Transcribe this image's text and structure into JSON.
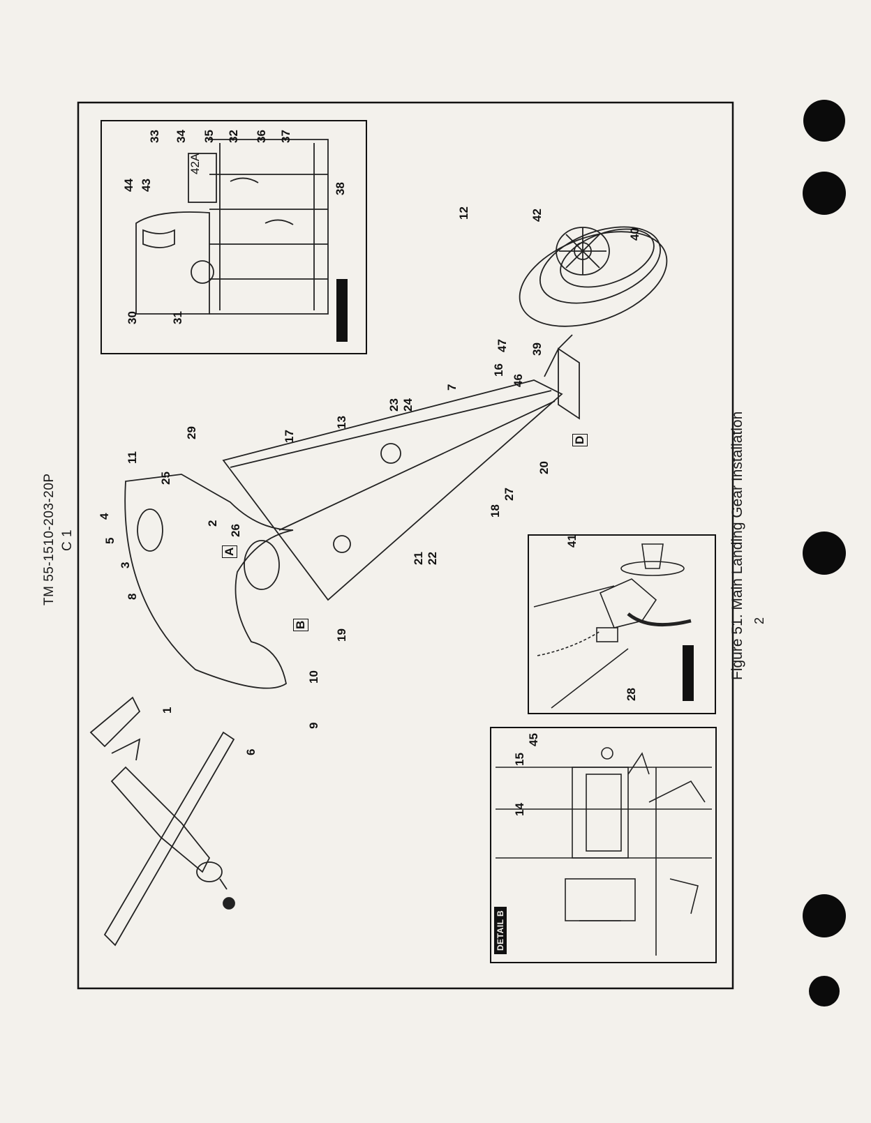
{
  "header": {
    "tm_number": "TM 55-1510-203-20P",
    "change": "C 1"
  },
  "caption": {
    "figure": "Figure 51.",
    "title": "Main Landing Gear Installation"
  },
  "page_number": "2",
  "details": {
    "detail_b": "DETAIL B"
  },
  "callouts": {
    "c1": "1",
    "c2": "2",
    "c3": "3",
    "c4": "4",
    "c5": "5",
    "c6": "6",
    "c7": "7",
    "c8": "8",
    "c9": "9",
    "c10": "10",
    "c11": "11",
    "c12": "12",
    "c13": "13",
    "c14": "14",
    "c15": "15",
    "c16": "16",
    "c17": "17",
    "c18": "18",
    "c19": "19",
    "c20": "20",
    "c21": "21",
    "c22": "22",
    "c23": "23",
    "c24": "24",
    "c25": "25",
    "c26": "26",
    "c27": "27",
    "c28": "28",
    "c29": "29",
    "c30": "30",
    "c31": "31",
    "c32": "32",
    "c33": "33",
    "c34": "34",
    "c35": "35",
    "c36": "36",
    "c37": "37",
    "c38": "38",
    "c39": "39",
    "c40": "40",
    "c41": "41",
    "c42": "42",
    "c42a": "42A",
    "c43": "43",
    "c44": "44",
    "c45": "45",
    "c46": "46",
    "c47": "47",
    "view_a": "A",
    "view_b": "B",
    "view_d": "D"
  }
}
